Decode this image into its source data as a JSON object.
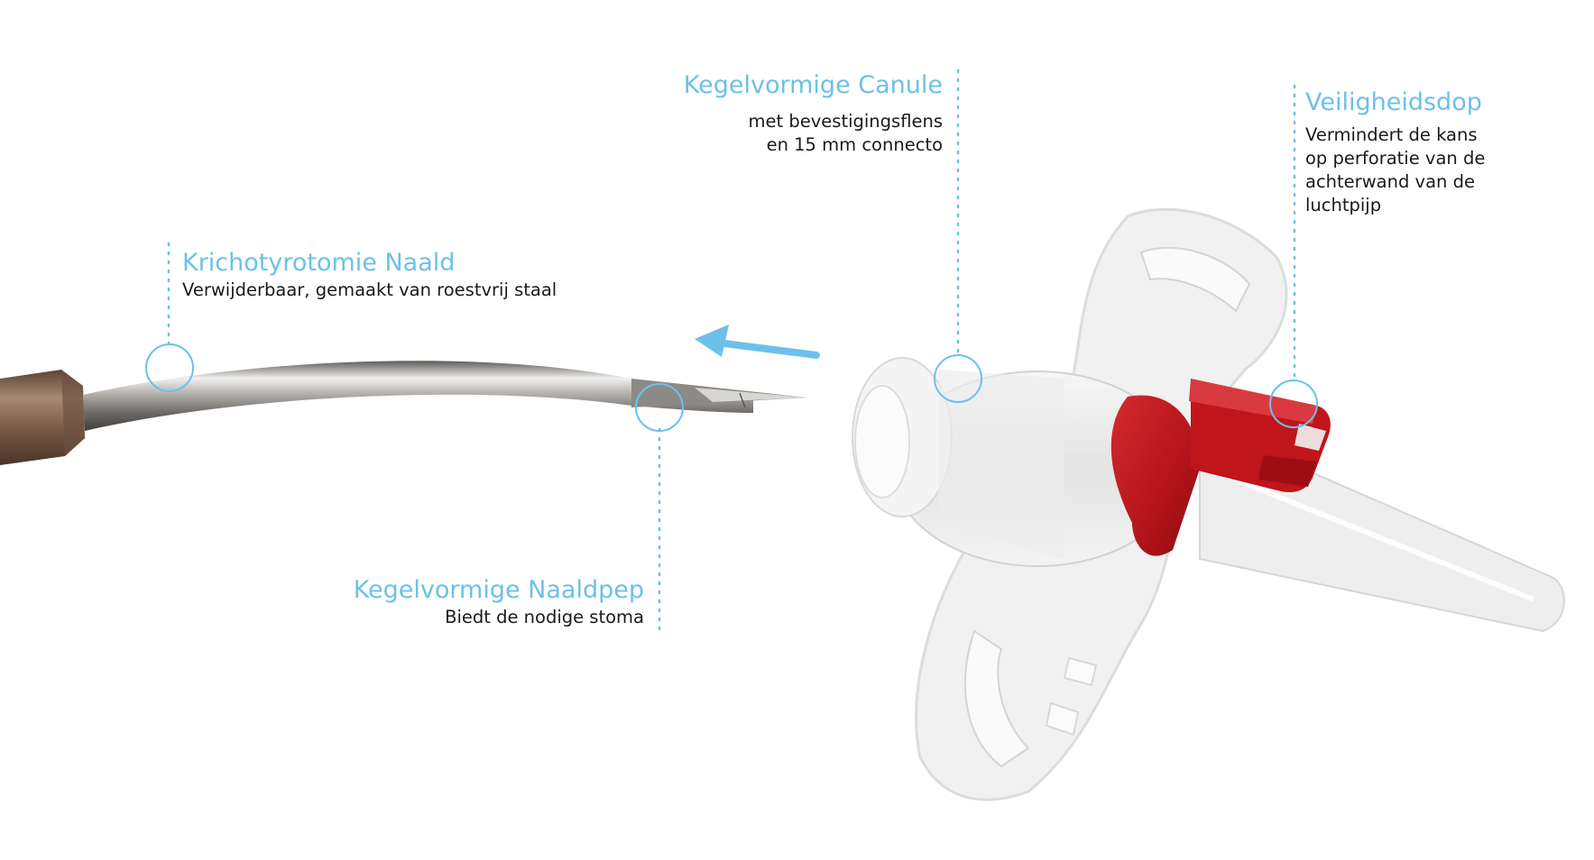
{
  "colors": {
    "accent": "#6cc1e8",
    "text": "#1a1a1a",
    "cap_red": "#c0151b",
    "steel": "#9a9896",
    "hub_brown": "#8a6a55"
  },
  "callouts": {
    "needle": {
      "title": "Krichotyrotomie Naald",
      "desc": [
        "Verwijderbaar, gemaakt van roestvrij staal"
      ]
    },
    "tip": {
      "title": "Kegelvormige Naaldpep",
      "desc": [
        "Biedt de nodige stoma"
      ]
    },
    "cannula": {
      "title": "Kegelvormige Canule",
      "desc": [
        "met bevestigingsflens",
        "en 15 mm connecto"
      ]
    },
    "cap": {
      "title": "Veiligheidsdop",
      "desc": [
        "Vermindert de kans",
        "op perforatie van de",
        "achterwand van de",
        "luchtpijp"
      ]
    }
  }
}
